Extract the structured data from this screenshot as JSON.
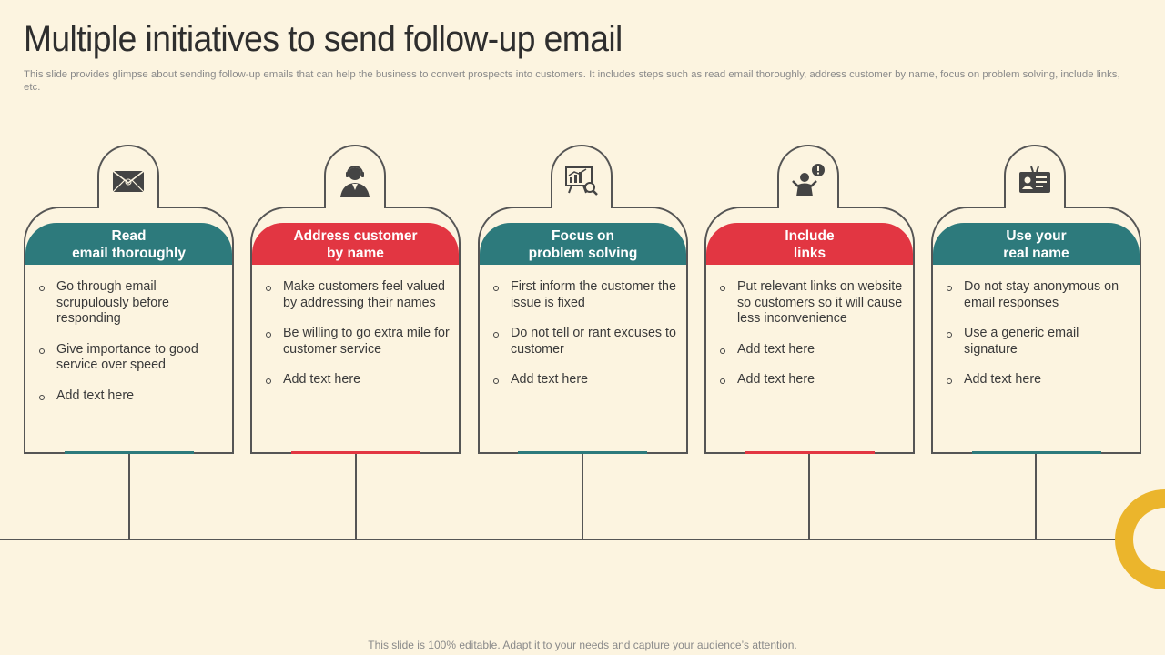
{
  "header": {
    "title": "Multiple initiatives to send follow-up email",
    "subtitle": "This slide provides glimpse about sending follow-up emails that can help the business to convert prospects into customers. It includes steps such as read email thoroughly, address customer by name, focus on problem solving, include links, etc."
  },
  "footer": {
    "text": "This slide is 100% editable. Adapt it to your needs and capture your audience’s attention."
  },
  "colors": {
    "teal": "#2d7a7c",
    "red": "#e23642",
    "ring": "#ebb52c",
    "background": "#fcf4e0",
    "outline": "#555555"
  },
  "cards": [
    {
      "icon": "email-envelope-icon",
      "heading_line1": "Read",
      "heading_line2": "email thoroughly",
      "bullets": [
        "Go through email scrupulously before responding",
        "Give importance to good service over speed",
        "Add text here"
      ]
    },
    {
      "icon": "customer-service-agent-icon",
      "heading_line1": "Address customer",
      "heading_line2": "by name",
      "bullets": [
        "Make customers feel valued by addressing their names",
        "Be willing to go extra mile for customer service",
        "Add text here"
      ]
    },
    {
      "icon": "presentation-analysis-icon",
      "heading_line1": "Focus on",
      "heading_line2": "problem solving",
      "bullets": [
        "First inform the customer the issue is fixed",
        "Do not tell or rant excuses to customer",
        "Add text here"
      ]
    },
    {
      "icon": "person-alert-icon",
      "heading_line1": "Include",
      "heading_line2": "links",
      "bullets": [
        "Put relevant links on website so customers so it will cause less inconvenience",
        "Add text here",
        "Add text here"
      ]
    },
    {
      "icon": "id-badge-icon",
      "heading_line1": "Use your",
      "heading_line2": "real name",
      "bullets": [
        "Do not stay anonymous on email responses",
        "Use a generic email signature",
        "Add text here"
      ]
    }
  ]
}
